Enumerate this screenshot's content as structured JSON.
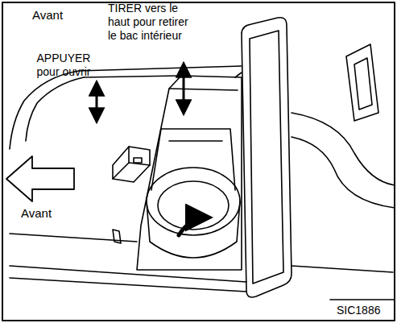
{
  "diagram": {
    "labels": [
      "Avant",
      "APPUYER pour ouvrir",
      "TIRER vers le haut pour retirer le bac intérieur",
      "Avant",
      "SIC1886"
    ]
  }
}
